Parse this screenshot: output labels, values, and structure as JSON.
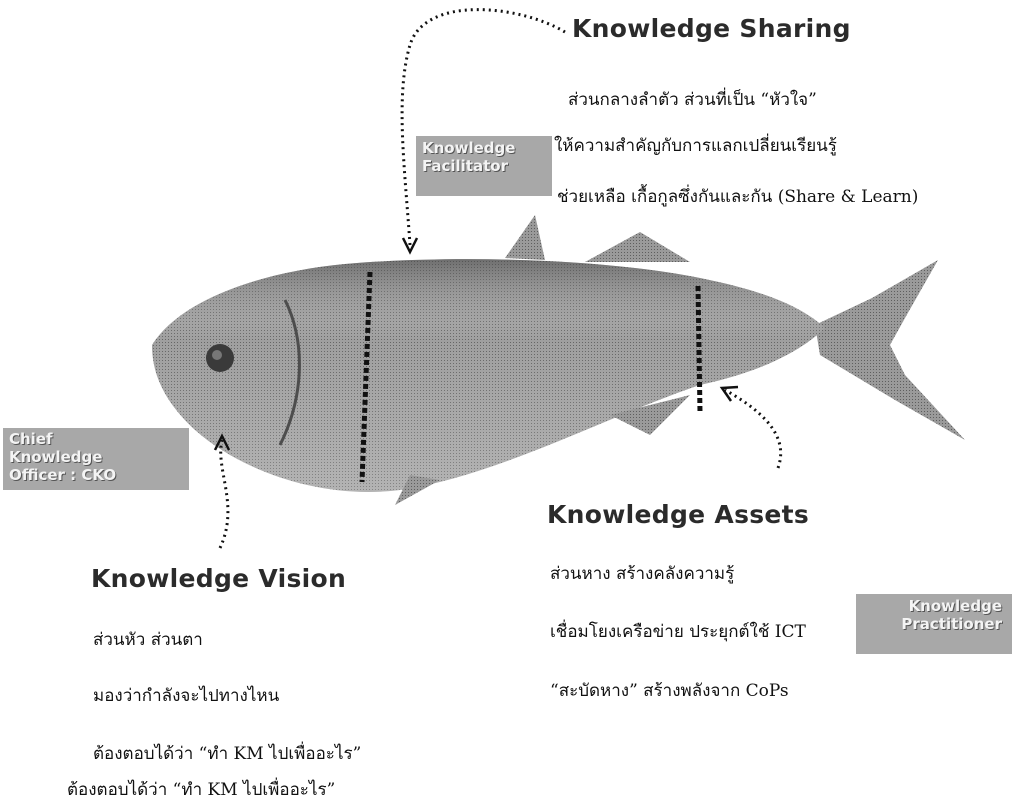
{
  "sharing": {
    "heading": "Knowledge Sharing",
    "lines": [
      "ส่วนกลางลำตัว ส่วนที่เป็น “หัวใจ”",
      "ให้ความสำคัญกับการแลกเปลี่ยนเรียนรู้",
      "ช่วยเหลือ เกื้อกูลซึ่งกันและกัน (Share & Learn)"
    ]
  },
  "facilitator": {
    "line1": "Knowledge",
    "line2": "Facilitator"
  },
  "cko": {
    "line1": "Chief",
    "line2": "Knowledge",
    "line3": "Officer : CKO"
  },
  "assets": {
    "heading": "Knowledge Assets",
    "lines": [
      "ส่วนหาง สร้างคลังความรู้",
      "เชื่อมโยงเครือข่าย ประยุกต์ใช้ ICT",
      "“สะบัดหาง” สร้างพลังจาก CoPs"
    ]
  },
  "practitioner": {
    "line1": "Knowledge",
    "line2": "Practitioner"
  },
  "vision": {
    "heading": "Knowledge Vision",
    "lines": [
      "ส่วนหัว ส่วนตา",
      "มองว่ากำลังจะไปทางไหน",
      "ต้องตอบได้ว่า “ทำ KM ไปเพื่ออะไร”",
      "ต้องตอบได้ว่า “ทำ KM ไปเพื่ออะไร”"
    ]
  },
  "colors": {
    "fish_body": "#8d8d8d",
    "fish_dark": "#5a5a5a",
    "label_box": "#a8a8a8"
  }
}
